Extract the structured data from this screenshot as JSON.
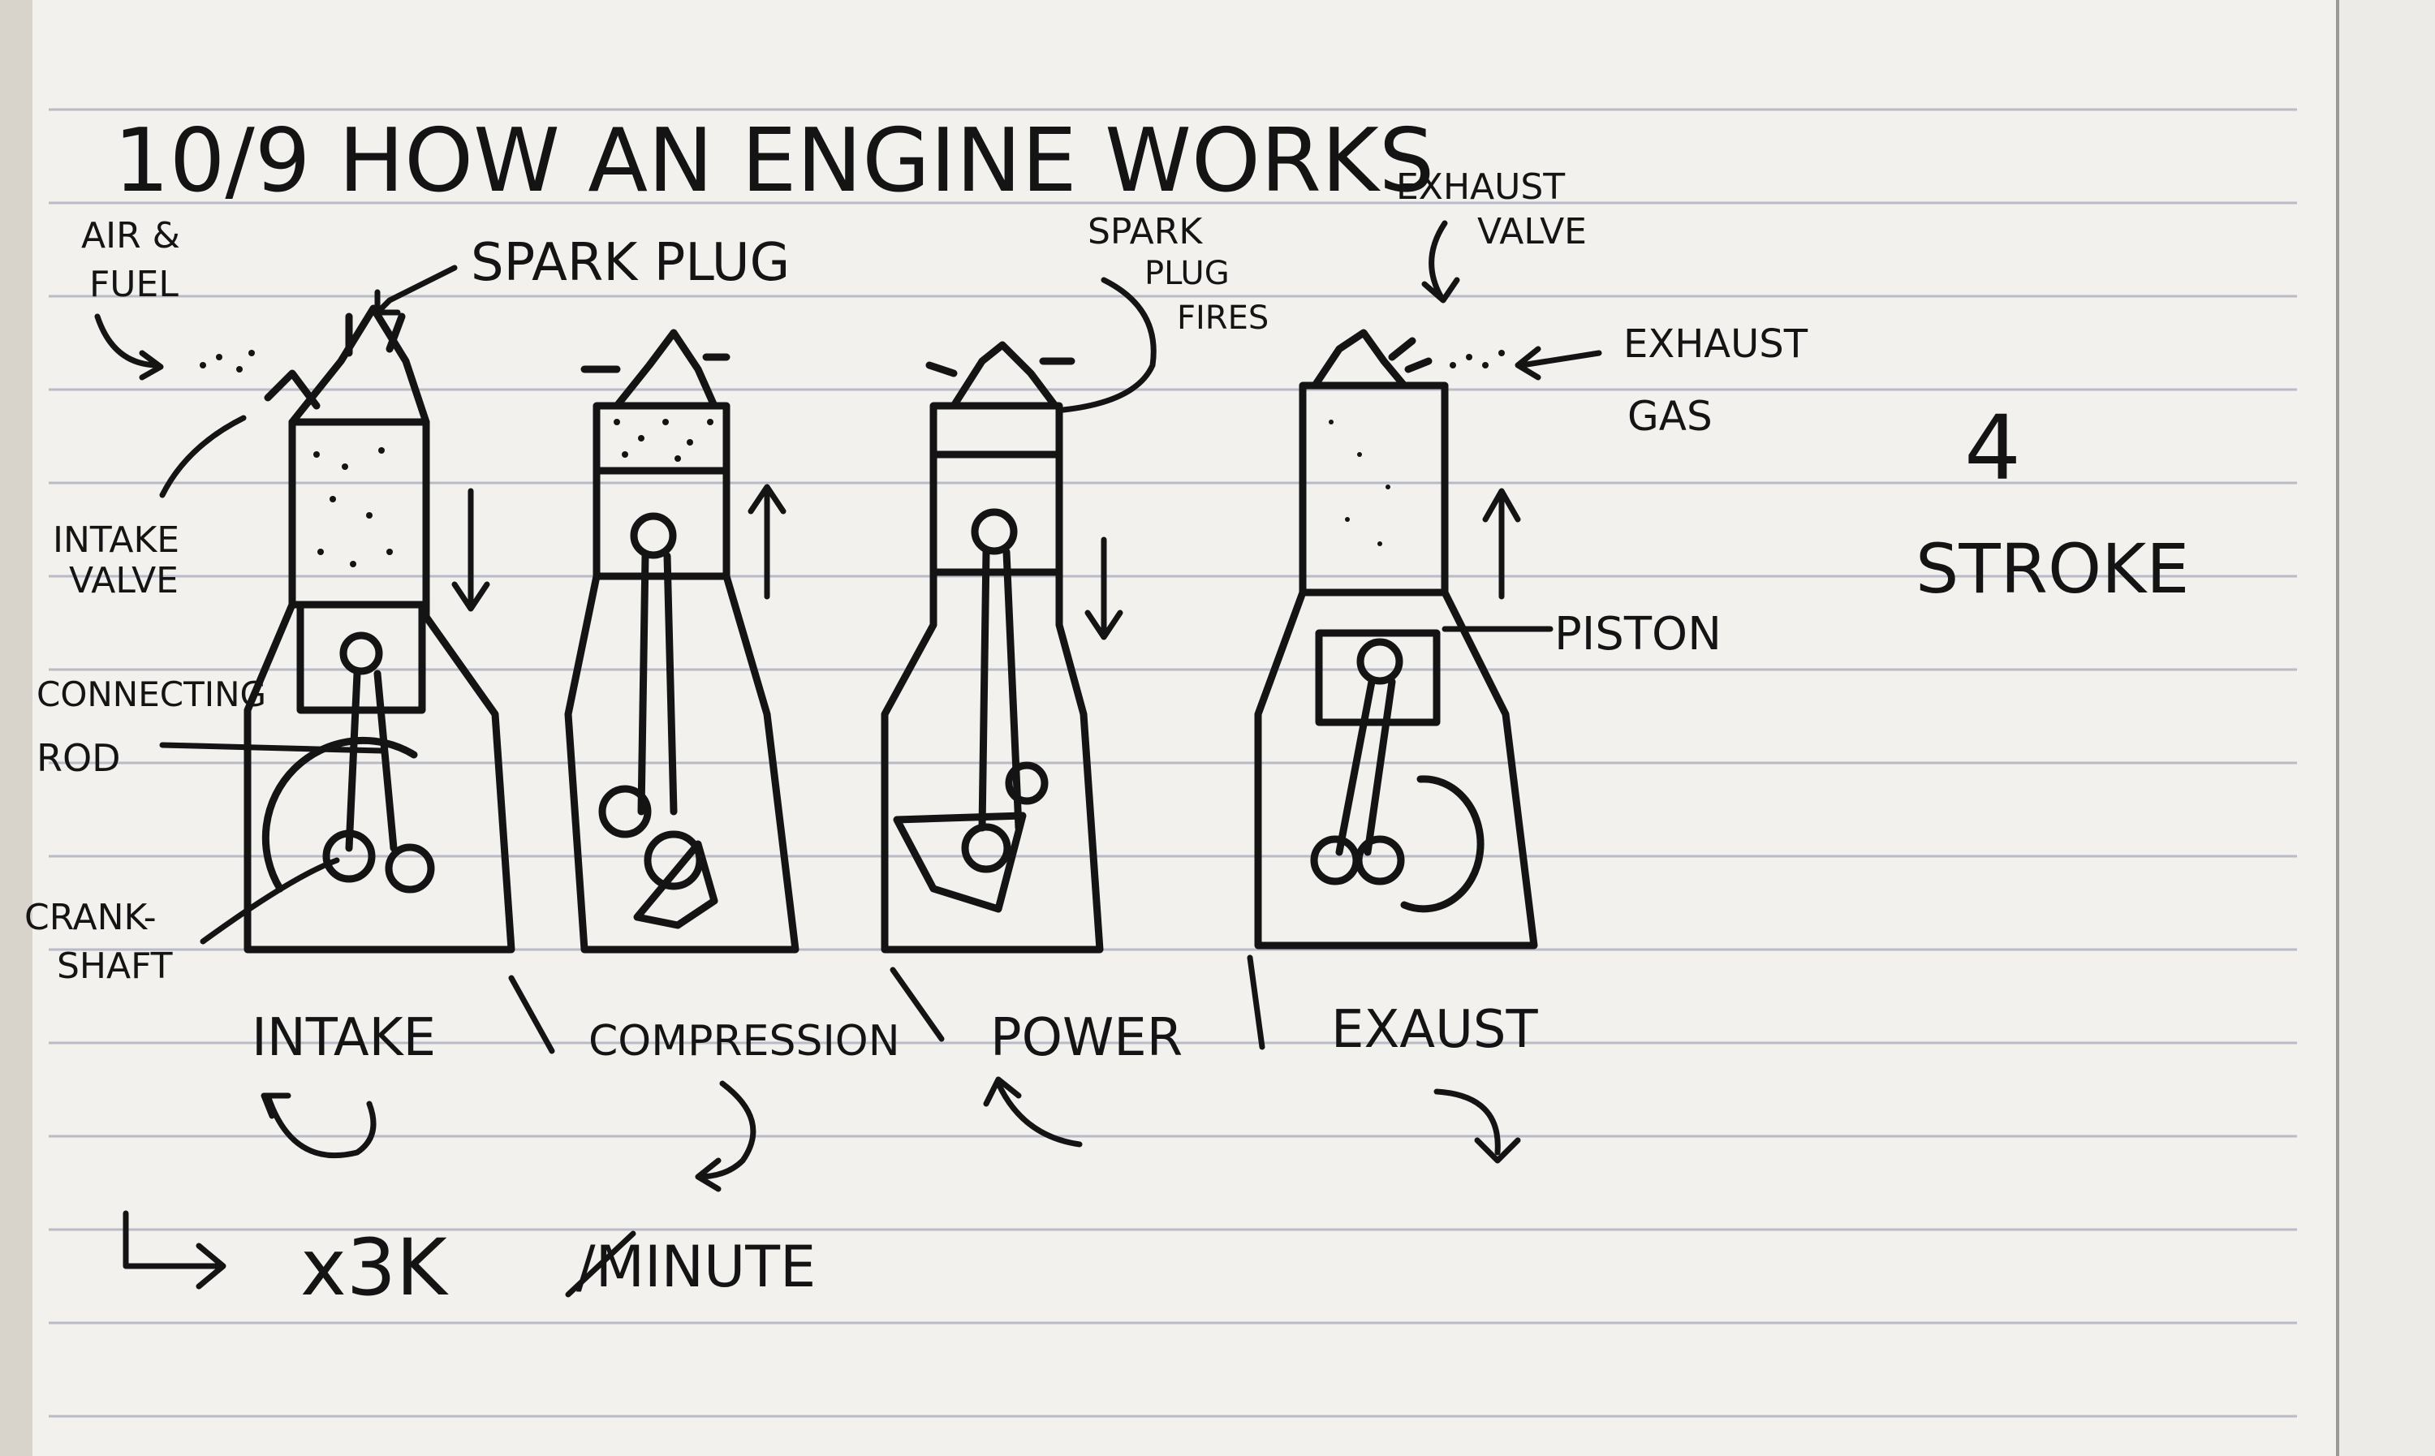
{
  "page": {
    "title": "10/9 HOW AN ENGINE WORKS"
  },
  "labels": {
    "air_fuel": [
      "AIR &",
      "FUEL"
    ],
    "spark_plug": "SPARK PLUG",
    "intake_valve": [
      "INTAKE",
      "VALVE"
    ],
    "connecting_rod": [
      "CONNECTING",
      "ROD"
    ],
    "crankshaft": [
      "CRANK-",
      "SHAFT"
    ],
    "spark_plug_fires": [
      "SPARK",
      "PLUG",
      "FIRES"
    ],
    "exhaust_valve": [
      "EXHAUST",
      "VALVE"
    ],
    "exhaust_gas": [
      "EXHAUST",
      "GAS"
    ],
    "piston": "PISTON",
    "four_stroke": [
      "4",
      "STROKE"
    ],
    "rate": "x3K",
    "rate_unit": "/MINUTE"
  },
  "strokes": [
    {
      "name": "INTAKE",
      "piston_motion": "down"
    },
    {
      "name": "COMPRESSION",
      "piston_motion": "up"
    },
    {
      "name": "POWER",
      "piston_motion": "down"
    },
    {
      "name": "EXAUST",
      "piston_motion": "up"
    }
  ],
  "colors": {
    "ink": "#141414",
    "paper": "#f2f1ed",
    "rule": "#b9bcc6",
    "desk": "#d9d4cb"
  }
}
